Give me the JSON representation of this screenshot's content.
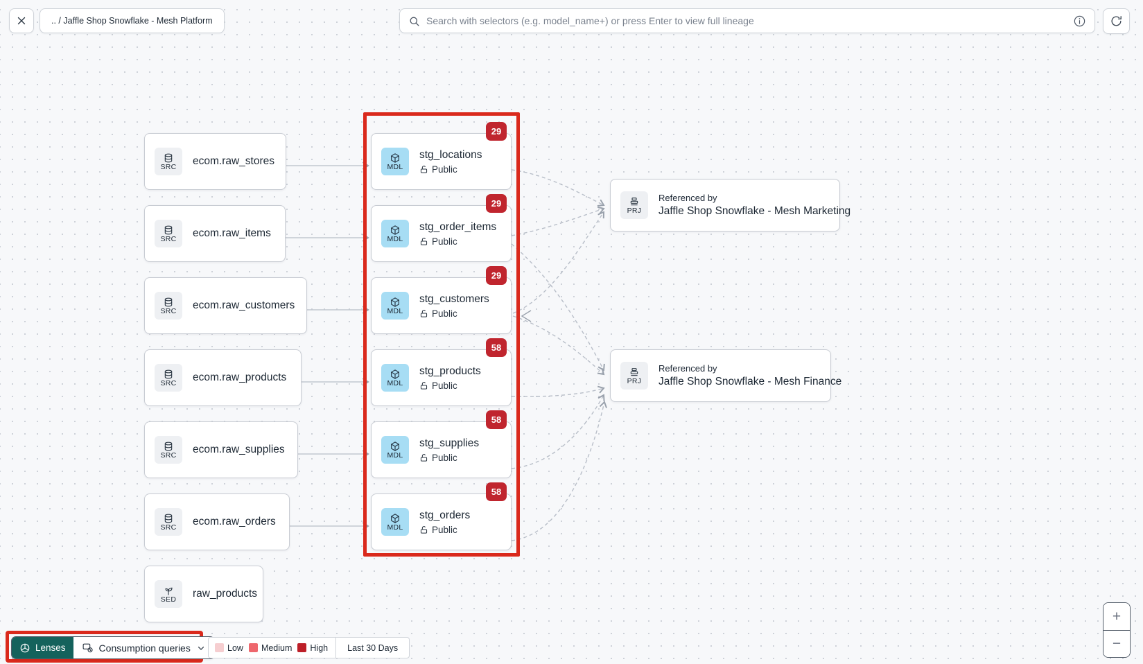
{
  "header": {
    "breadcrumb": ".. / Jaffle Shop Snowflake - Mesh Platform",
    "search": {
      "placeholder": "Search with selectors (e.g. model_name+) or press Enter to view full lineage"
    }
  },
  "graph": {
    "sources": [
      {
        "type": "SRC",
        "label": "ecom.raw_stores"
      },
      {
        "type": "SRC",
        "label": "ecom.raw_items"
      },
      {
        "type": "SRC",
        "label": "ecom.raw_customers"
      },
      {
        "type": "SRC",
        "label": "ecom.raw_products"
      },
      {
        "type": "SRC",
        "label": "ecom.raw_supplies"
      },
      {
        "type": "SRC",
        "label": "ecom.raw_orders"
      },
      {
        "type": "SED",
        "label": "raw_products"
      }
    ],
    "models": [
      {
        "type": "MDL",
        "name": "stg_locations",
        "access": "Public",
        "count": "29"
      },
      {
        "type": "MDL",
        "name": "stg_order_items",
        "access": "Public",
        "count": "29"
      },
      {
        "type": "MDL",
        "name": "stg_customers",
        "access": "Public",
        "count": "29"
      },
      {
        "type": "MDL",
        "name": "stg_products",
        "access": "Public",
        "count": "58"
      },
      {
        "type": "MDL",
        "name": "stg_supplies",
        "access": "Public",
        "count": "58"
      },
      {
        "type": "MDL",
        "name": "stg_orders",
        "access": "Public",
        "count": "58"
      }
    ],
    "projects": [
      {
        "type": "PRJ",
        "kicker": "Referenced by",
        "name": "Jaffle Shop Snowflake - Mesh Marketing"
      },
      {
        "type": "PRJ",
        "kicker": "Referenced by",
        "name": "Jaffle Shop Snowflake - Mesh Finance"
      }
    ]
  },
  "lens_bar": {
    "lenses_label": "Lenses",
    "selected_lens": "Consumption queries",
    "legend": {
      "items": [
        {
          "label": "Low",
          "color": "#f6ced0"
        },
        {
          "label": "Medium",
          "color": "#ee676d"
        },
        {
          "label": "High",
          "color": "#bd1f28"
        }
      ],
      "time_range": "Last 30 Days"
    }
  },
  "zoom_controls": {
    "zoom_in": "+",
    "zoom_out": "−"
  },
  "colors": {
    "highlight_red": "#da291c",
    "badge_red": "#c0252e",
    "accent_teal": "#14625c",
    "model_icon_blue": "#a7ddf4"
  }
}
